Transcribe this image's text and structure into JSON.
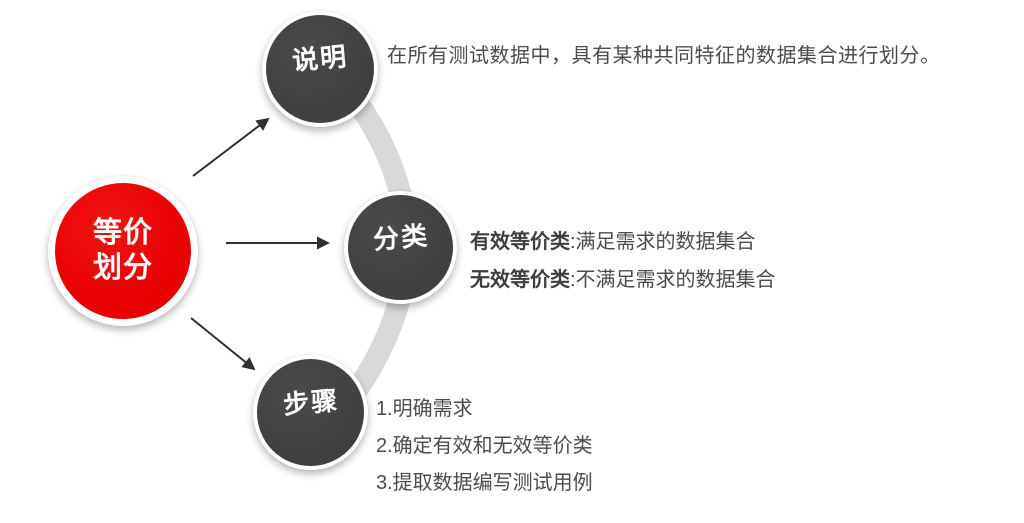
{
  "root": {
    "label_lines": [
      "等价",
      "划分"
    ]
  },
  "nodes": [
    {
      "label": "说明",
      "description": "在所有测试数据中，具有某种共同特征的数据集合进行划分。"
    },
    {
      "label": "分类",
      "entries": [
        {
          "term": "有效等价类",
          "rest": ":满足需求的数据集合"
        },
        {
          "term": "无效等价类",
          "rest": ":不满足需求的数据集合"
        }
      ]
    },
    {
      "label": "步骤",
      "steps": [
        "1.明确需求",
        "2.确定有效和无效等价类",
        "3.提取数据编写测试用例"
      ]
    }
  ],
  "colors": {
    "root_node": "#e60000",
    "child_node": "#3f3f3f",
    "connector": "#d9d9d9",
    "arrow": "#2f2f2f",
    "body_text": "#4c4c4c"
  }
}
